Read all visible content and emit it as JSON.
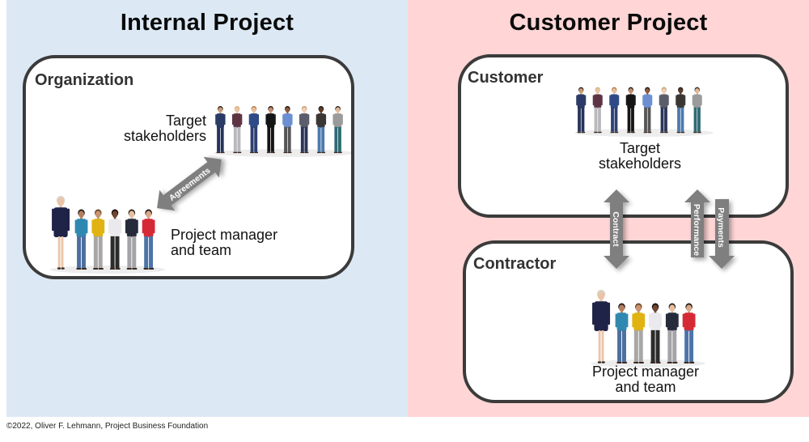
{
  "internal": {
    "title": "Internal Project",
    "box_label": "Organization",
    "stakeholders_caption": [
      "Target",
      "stakeholders"
    ],
    "team_caption": [
      "Project manager",
      "and team"
    ],
    "arrow_label": "Agreements"
  },
  "customer": {
    "title": "Customer Project",
    "customer_box_label": "Customer",
    "contractor_box_label": "Contractor",
    "stakeholders_caption": [
      "Target",
      "stakeholders"
    ],
    "team_caption": [
      "Project manager",
      "and team"
    ],
    "arrows": {
      "contract": "Contract",
      "performance": "Performance",
      "payments": "Payments"
    }
  },
  "people": {
    "stakeholders": [
      {
        "role": "man in navy suit, arms crossed",
        "top": "#2b3a66",
        "bottom": "#26335a",
        "hair": "#2a2018",
        "skin": "#c99a78"
      },
      {
        "role": "woman in plum top",
        "top": "#5d3344",
        "bottom": "#b9b9bd",
        "hair": "#d8b27a",
        "skin": "#e9c3a6"
      },
      {
        "role": "man in blue blazer",
        "top": "#2f4a86",
        "bottom": "#2d3f73",
        "hair": "#b07a3c",
        "skin": "#e6bfa2"
      },
      {
        "role": "woman in black dress",
        "top": "#151515",
        "bottom": "#151515",
        "hair": "#1c1410",
        "skin": "#c48f70"
      },
      {
        "role": "woman in blue shirt",
        "top": "#6b8fd1",
        "bottom": "#555555",
        "hair": "#1a120c",
        "skin": "#8a5a3c"
      },
      {
        "role": "man in gray vest",
        "top": "#5b5e6a",
        "bottom": "#2c3558",
        "hair": "#b99a70",
        "skin": "#efcfb5"
      },
      {
        "role": "man in dark blazer",
        "top": "#3a3634",
        "bottom": "#4d7aae",
        "hair": "#1a1a1a",
        "skin": "#5e3b28"
      },
      {
        "role": "woman in gray t-shirt",
        "top": "#9b9b9b",
        "bottom": "#2f6b73",
        "hair": "#2a2420",
        "skin": "#e0b898"
      }
    ],
    "team": [
      {
        "role": "project manager, woman in navy dress",
        "top": "#1f2347",
        "bottom": "#1f2347",
        "hair": "#d9d2c4",
        "skin": "#eac4a8",
        "lead": true
      },
      {
        "role": "man in teal sweater",
        "top": "#2f88b0",
        "bottom": "#4d6f9e",
        "hair": "#1f1612",
        "skin": "#b57f5e"
      },
      {
        "role": "woman in yellow top",
        "top": "#e0b312",
        "bottom": "#a9a6a6",
        "hair": "#6b4125",
        "skin": "#c8936f"
      },
      {
        "role": "man in white shirt",
        "top": "#e9e9ee",
        "bottom": "#2b2b2b",
        "hair": "#120d0a",
        "skin": "#6e4631"
      },
      {
        "role": "man in dark shirt",
        "top": "#252b3b",
        "bottom": "#a4a4a8",
        "hair": "#2a2018",
        "skin": "#e6bfa2"
      },
      {
        "role": "woman in red jacket",
        "top": "#d52a36",
        "bottom": "#4d74a8",
        "hair": "#1c1410",
        "skin": "#d8a888"
      }
    ]
  },
  "footer": "©2022, Oliver F. Lehmann, Project Business Foundation"
}
